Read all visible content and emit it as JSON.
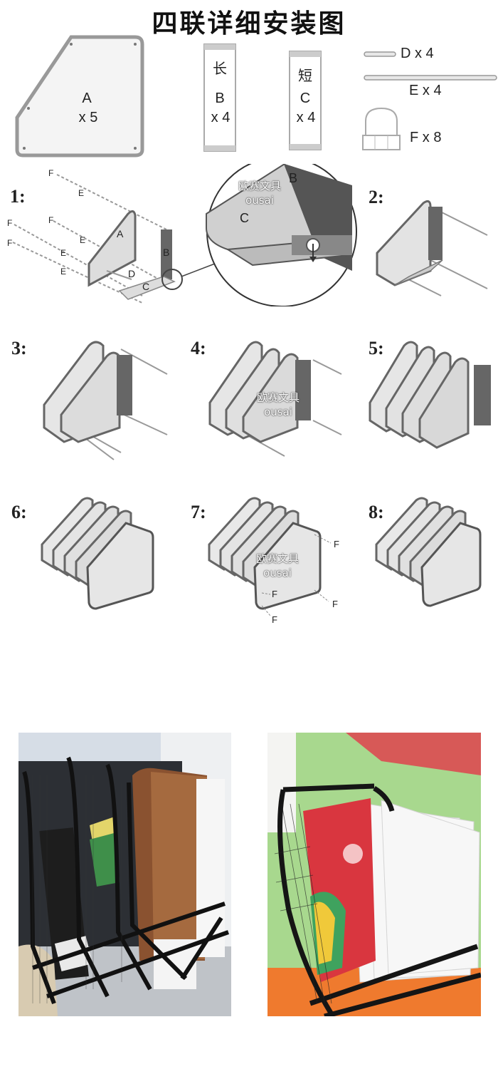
{
  "title": "四联详细安装图",
  "parts": {
    "a": {
      "letter": "A",
      "qty": "x 5"
    },
    "b": {
      "tag": "长",
      "letter": "B",
      "qty": "x 4"
    },
    "c": {
      "tag": "短",
      "letter": "C",
      "qty": "x 4"
    },
    "d": {
      "label": "D x 4"
    },
    "e": {
      "label": "E x 4"
    },
    "f": {
      "label": "F x 8"
    }
  },
  "steps": [
    "1:",
    "2:",
    "3:",
    "4:",
    "5:",
    "6:",
    "7:",
    "8:"
  ],
  "step1_labels": {
    "f": "F",
    "e": "E",
    "a": "A",
    "b": "B",
    "c": "C",
    "d": "D"
  },
  "zoom_labels": {
    "b": "B",
    "c": "C"
  },
  "watermark": {
    "cn": "欧赛文具",
    "en": "ousai"
  },
  "step7_labels": {
    "f": "F"
  }
}
